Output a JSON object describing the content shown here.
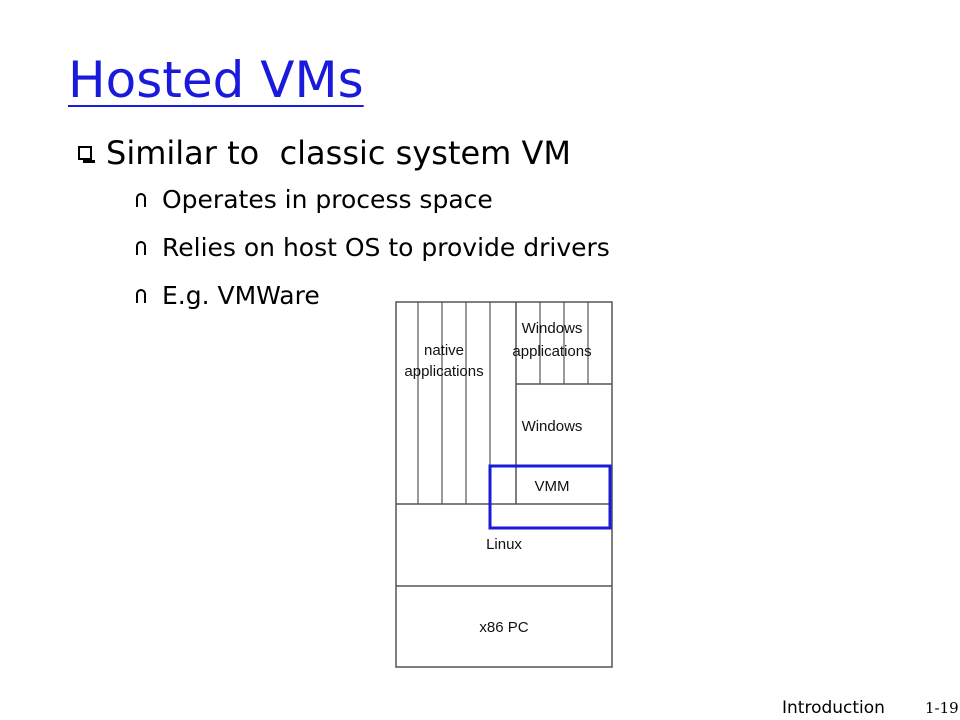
{
  "slide": {
    "title": "Hosted VMs",
    "bullet": "Similar to  classic system VM",
    "subbullets": [
      "Operates in process space",
      "Relies on host OS to provide drivers",
      "E.g. VMWare"
    ]
  },
  "diagram": {
    "native_apps_label_1": "native",
    "native_apps_label_2": "applications",
    "windows_apps_label_1": "Windows",
    "windows_apps_label_2": "applications",
    "windows_label": "Windows",
    "vmm_label": "VMM",
    "linux_label": "Linux",
    "hardware_label": "x86 PC",
    "highlight_color": "#1a1adb"
  },
  "footer": {
    "label": "Introduction",
    "page": "1-19"
  }
}
